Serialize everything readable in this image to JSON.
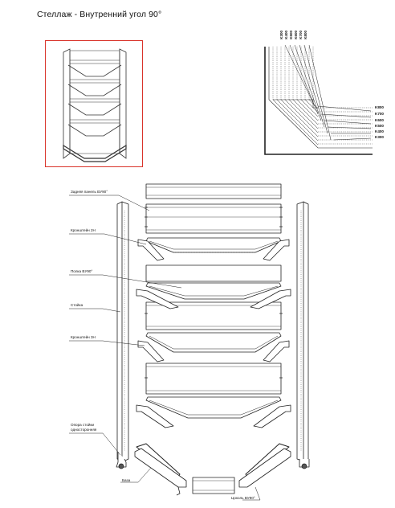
{
  "title": "Стеллаж - Внутренний угол 90°",
  "plan_labels": {
    "top": [
      "K300",
      "K400",
      "K500",
      "K600",
      "K700",
      "K800"
    ],
    "right": [
      "K800",
      "K700",
      "K600",
      "K500",
      "K400",
      "K300"
    ]
  },
  "callouts": {
    "back_panel": "Задняя панель BУ90°",
    "bracket_2h": "Кронштейн 2Н",
    "shelf": "Полка BУ90°",
    "upright": "Стойка",
    "bracket_3h": "Кронштейн 3Н",
    "foot_line1": "Опора стойки",
    "foot_line2": "односторонняя",
    "base": "База",
    "plinth": "Цоколь BУ90°"
  },
  "colors": {
    "preview_border": "#d9342b",
    "line": "#222222"
  }
}
